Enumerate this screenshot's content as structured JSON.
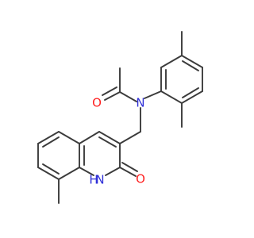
{
  "molecule": {
    "atoms": {
      "oxygen_acetyl": "O",
      "nitrogen_amide": "N",
      "nh_ring": "H",
      "nitrogen_ring": "N",
      "oxygen_ring": "O"
    },
    "colors": {
      "carbon_bond": "#3b3b3b",
      "oxygen": "#ff2020",
      "nitrogen": "#3030d8",
      "background": "#ffffff"
    }
  }
}
